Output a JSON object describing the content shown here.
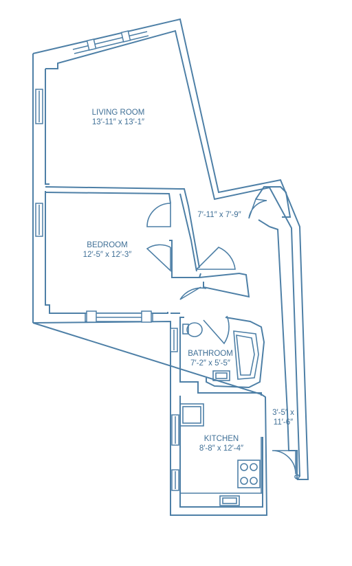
{
  "rooms": {
    "living_room": {
      "name": "LIVING ROOM",
      "dims": "13′-11″ x 13′-1″"
    },
    "hall": {
      "dims": "7′-11″ x 7′-9″"
    },
    "bedroom": {
      "name": "BEDROOM",
      "dims": "12′-5″ x 12′-3″"
    },
    "bathroom": {
      "name": "BATHROOM",
      "dims": "7′-2″ x 5′-5″"
    },
    "corridor": {
      "dims_line1": "3′-5″ x",
      "dims_line2": "11′-6″"
    },
    "kitchen": {
      "name": "KITCHEN",
      "dims": "8′-8″ x 12′-4″"
    }
  },
  "style": {
    "line_color": "#4d7fa6",
    "text_color": "#3f6f96"
  }
}
